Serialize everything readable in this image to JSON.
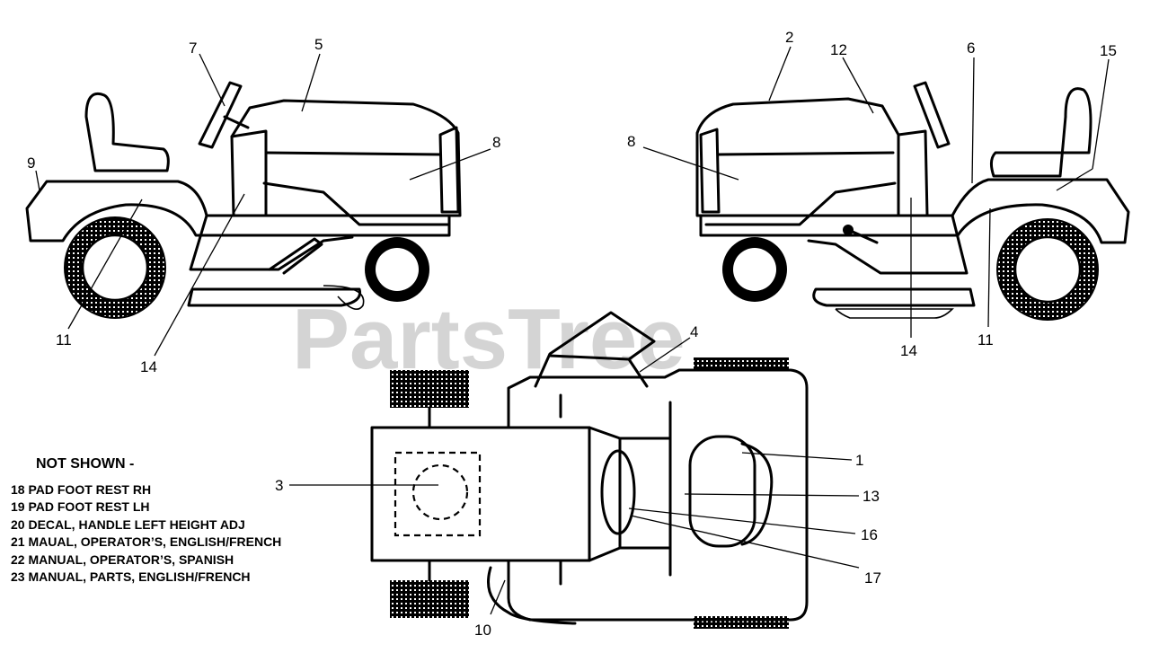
{
  "watermark": "PartsTree",
  "not_shown": {
    "heading": "NOT SHOWN -",
    "items": [
      "18 PAD FOOT REST RH",
      "19 PAD FOOT REST LH",
      "20 DECAL, HANDLE LEFT HEIGHT ADJ",
      "21 MAUAL, OPERATOR’S, ENGLISH/FRENCH",
      "22 MANUAL, OPERATOR’S, SPANISH",
      "23 MANUAL, PARTS, ENGLISH/FRENCH"
    ]
  },
  "callouts": {
    "c1": "1",
    "c2": "2",
    "c3": "3",
    "c4": "4",
    "c5": "5",
    "c6": "6",
    "c7": "7",
    "c8a": "8",
    "c8b": "8",
    "c9": "9",
    "c10": "10",
    "c11a": "11",
    "c11b": "11",
    "c12": "12",
    "c13": "13",
    "c14a": "14",
    "c14b": "14",
    "c15": "15",
    "c16": "16",
    "c17": "17"
  }
}
